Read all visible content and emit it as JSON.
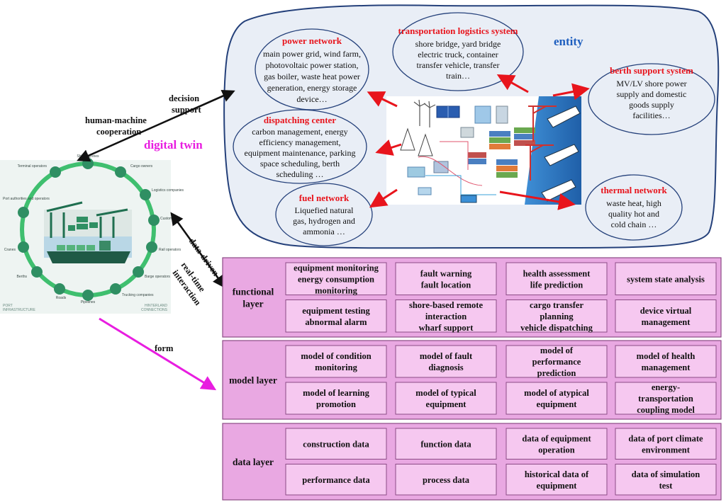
{
  "entity": {
    "label": "entity",
    "nodes": [
      {
        "id": "power",
        "title": "power network",
        "lines": [
          "main power grid, wind farm,",
          "photovoltaic power station,",
          "gas boiler, waste heat power",
          "generation, energy storage",
          "device…"
        ]
      },
      {
        "id": "transport",
        "title": "transportation logistics system",
        "lines": [
          "shore bridge, yard bridge",
          "electric truck, container",
          "transfer vehicle, transfer",
          "train…"
        ]
      },
      {
        "id": "berth",
        "title": "berth support system",
        "lines": [
          "MV/LV shore power",
          "supply and domestic",
          "goods supply",
          "facilities…"
        ]
      },
      {
        "id": "dispatch",
        "title": "dispatching center",
        "lines": [
          "carbon management, energy",
          "efficiency management,",
          "equipment maintenance, parking",
          "space scheduling, berth",
          "scheduling …"
        ]
      },
      {
        "id": "fuel",
        "title": "fuel network",
        "lines": [
          "Liquefied natural",
          "gas, hydrogen and",
          "ammonia …"
        ]
      },
      {
        "id": "thermal",
        "title": "thermal network",
        "lines": [
          "waste heat, high",
          "quality hot and",
          "cold chain …"
        ]
      }
    ]
  },
  "digital_twin": {
    "label": "digital twin"
  },
  "port_ring": {
    "labels": [
      "Shipping lines",
      "Cargo owners",
      "Logistics companies",
      "Customs",
      "Rail operators",
      "Barge operators",
      "Trucking companies",
      "Pipelines",
      "Roads",
      "Berths",
      "Cranes",
      "Port authorities and operators",
      "Terminal operators"
    ],
    "corner_left": [
      "PORT",
      "INFRASTRUCTURE"
    ],
    "corner_right": [
      "HINTERLAND",
      "CONNECTIONS"
    ]
  },
  "arrows": {
    "decision_support": [
      "decision",
      "support"
    ],
    "human_machine": [
      "human-machine",
      "cooperation"
    ],
    "data_driven": "data-driven",
    "realtime": [
      "real-time",
      "interaction"
    ],
    "form": "form"
  },
  "layers": [
    {
      "name": "functional",
      "label": [
        "functional",
        "layer"
      ],
      "boxes": [
        [
          "equipment monitoring",
          "energy consumption",
          "monitoring"
        ],
        [
          "fault warning",
          "fault location"
        ],
        [
          "health assessment",
          "life prediction"
        ],
        [
          "system state analysis"
        ],
        [
          "equipment testing",
          "abnormal alarm"
        ],
        [
          "shore-based remote",
          "interaction",
          "wharf support"
        ],
        [
          "cargo transfer",
          "planning",
          "vehicle  dispatching"
        ],
        [
          "device virtual",
          "management"
        ]
      ]
    },
    {
      "name": "model",
      "label": [
        "model layer"
      ],
      "boxes": [
        [
          "model of condition",
          "monitoring"
        ],
        [
          "model of fault",
          "diagnosis"
        ],
        [
          "model of",
          "performance",
          "prediction"
        ],
        [
          "model of health",
          "management"
        ],
        [
          "model of learning",
          "promotion"
        ],
        [
          "model of typical",
          "equipment"
        ],
        [
          "model of atypical",
          "equipment"
        ],
        [
          "energy-",
          "transportation",
          "coupling model"
        ]
      ]
    },
    {
      "name": "data",
      "label": [
        "data layer"
      ],
      "boxes": [
        [
          "construction data"
        ],
        [
          "function data"
        ],
        [
          "data of equipment",
          "operation"
        ],
        [
          "data of port climate",
          "environment"
        ],
        [
          "performance data"
        ],
        [
          "process data"
        ],
        [
          "historical data of",
          "equipment"
        ],
        [
          "data of simulation",
          "test"
        ]
      ]
    }
  ],
  "colors": {
    "layer_fill": "#e9a8e2",
    "box_fill": "#f6c8f0",
    "entity_fill": "#e9eef6",
    "entity_stroke": "#24407a",
    "red": "#e8141c",
    "magenta": "#e81de0",
    "blue_label": "#1f5fbf"
  }
}
